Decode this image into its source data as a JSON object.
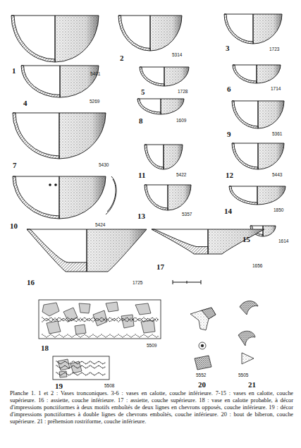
{
  "diagram": {
    "caption": "Planche 1. 1 et 2 : Vases tronconiques. 3-6 : vases en calotte, couche inférieure. 7-15 : vases en calotte, couche supérieure. 16 : assiette, couche inférieure. 17 : assiette, couche supérieure. 18 : vase en calotte probable, à décor d'impressions ponctiformes à deux motifs emboîtés de deux lignes en chevrons opposés, couche inférieure. 19 : décor d'impressions ponctiformes à double lignes de chevrons emboîtés, couche inférieure. 20 : bout de biberon, couche supérieure. 21 : préhension rostriforme, couche inférieure.",
    "labels": [
      "1",
      "5401",
      "2",
      "5314",
      "3",
      "1723",
      "4",
      "5269",
      "5",
      "1728",
      "6",
      "1714",
      "7",
      "5430",
      "8",
      "1609",
      "9",
      "5361",
      "10",
      "5424",
      "11",
      "5422",
      "12",
      "5443",
      "13",
      "5357",
      "14",
      "1850",
      "15",
      "1614",
      "16",
      "1725",
      "17",
      "1656",
      "18",
      "5509",
      "19",
      "5508",
      "20",
      "5552",
      "21",
      "5505"
    ]
  }
}
